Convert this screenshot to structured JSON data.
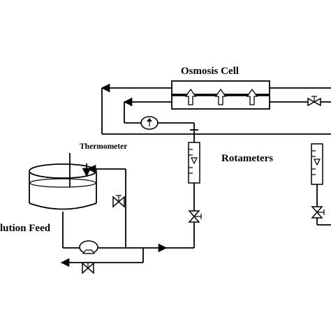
{
  "labels": {
    "osmosis_cell": "Osmosis Cell",
    "thermometer": "Thermometer",
    "rotameters": "Rotameters",
    "feed": "lution Feed"
  },
  "colors": {
    "line": "#000000",
    "background": "#ffffff"
  },
  "icons": {
    "valve": "bow-tie-valve",
    "pump": "pump-circle",
    "flow_arrow": "arrowhead",
    "membrane_arrow": "hollow-up-arrow"
  }
}
